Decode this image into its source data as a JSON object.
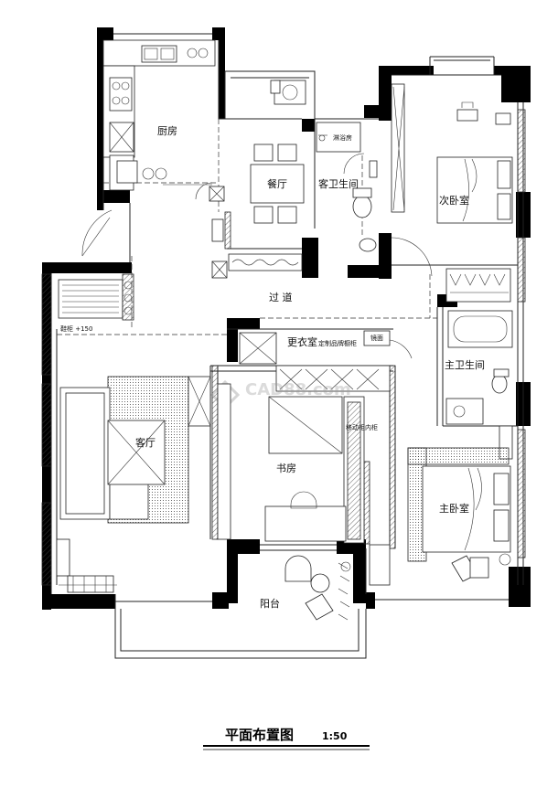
{
  "rooms": {
    "kitchen": "厨房",
    "dining": "餐厅",
    "guest_bath": "客卫生间",
    "laundry": "淋浴房",
    "second_bedroom": "次卧室",
    "corridor": "过 道",
    "cloakroom": "更衣室",
    "cloakroom_note": "定制品牌橱柜",
    "master_bath": "主卫生间",
    "living_room": "客厅",
    "study": "书房",
    "study_note": "移动柜内柜",
    "master_bedroom": "主卧室",
    "balcony": "阳台",
    "shoe_cabinet": "鞋柜 +150",
    "mirror": "镜面"
  },
  "title": {
    "text": "平面布置图",
    "scale": "1:50"
  },
  "watermark": "CAD88.com"
}
